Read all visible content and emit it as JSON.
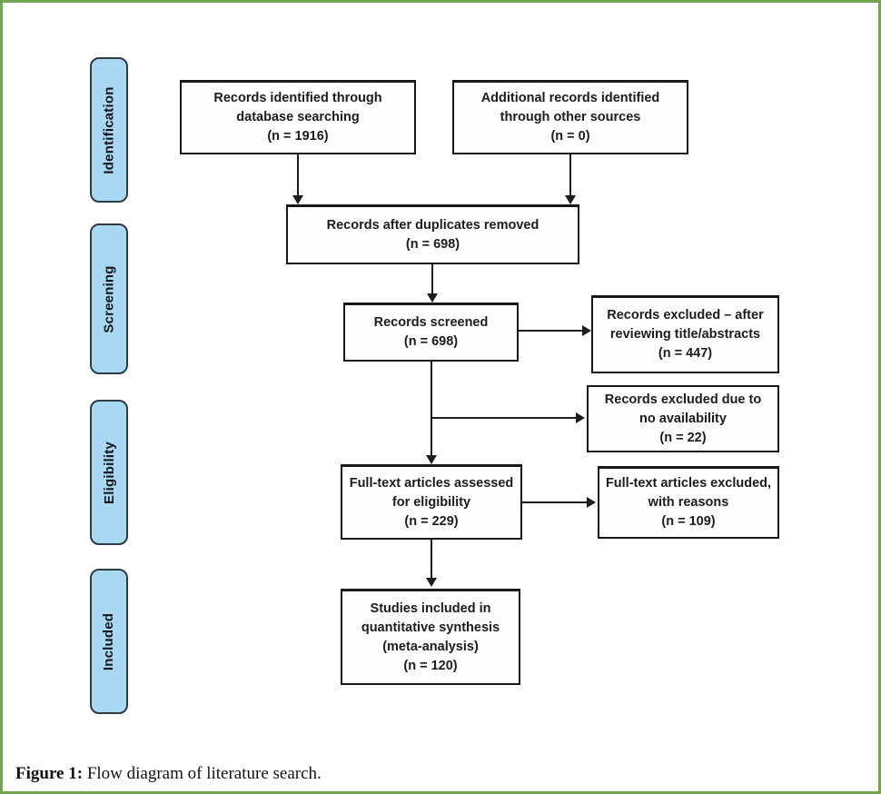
{
  "figure": {
    "caption_label": "Figure 1:",
    "caption_text": " Flow diagram of literature search."
  },
  "stages": [
    {
      "label": "Identification"
    },
    {
      "label": "Screening"
    },
    {
      "label": "Eligibility"
    },
    {
      "label": "Included"
    }
  ],
  "boxes": {
    "db_search": {
      "lines": [
        "Records identified through",
        "database searching",
        "(n = 1916)"
      ]
    },
    "other_sources": {
      "lines": [
        "Additional records identified",
        "through other sources",
        "(n = 0)"
      ]
    },
    "dup_removed": {
      "lines": [
        "Records after duplicates removed",
        "(n = 698)"
      ]
    },
    "screened": {
      "lines": [
        "Records screened",
        "(n = 698)"
      ]
    },
    "excl_titles": {
      "lines": [
        "Records excluded – after",
        "reviewing title/abstracts",
        "(n = 447)"
      ]
    },
    "excl_availability": {
      "lines": [
        "Records excluded due to",
        "no availability",
        "(n = 22)"
      ]
    },
    "fulltext": {
      "lines": [
        "Full-text articles assessed",
        "for eligibility",
        "(n = 229)"
      ]
    },
    "fulltext_excl": {
      "lines": [
        "Full-text articles excluded,",
        "with reasons",
        "(n = 109)"
      ]
    },
    "included": {
      "lines": [
        "Studies included in",
        "quantitative synthesis",
        "(meta-analysis)",
        "(n = 120)"
      ]
    }
  },
  "counts": {
    "identified_database": 1916,
    "identified_other": 0,
    "after_duplicates": 698,
    "screened": 698,
    "excluded_title_abstract": 447,
    "excluded_no_availability": 22,
    "fulltext_assessed": 229,
    "fulltext_excluded": 109,
    "included_meta_analysis": 120
  },
  "colors": {
    "frame_border": "#72a653",
    "stage_fill": "#a9d9f2",
    "stage_border": "#2e3b45",
    "box_border": "#181818",
    "text": "#1c1c1c"
  }
}
